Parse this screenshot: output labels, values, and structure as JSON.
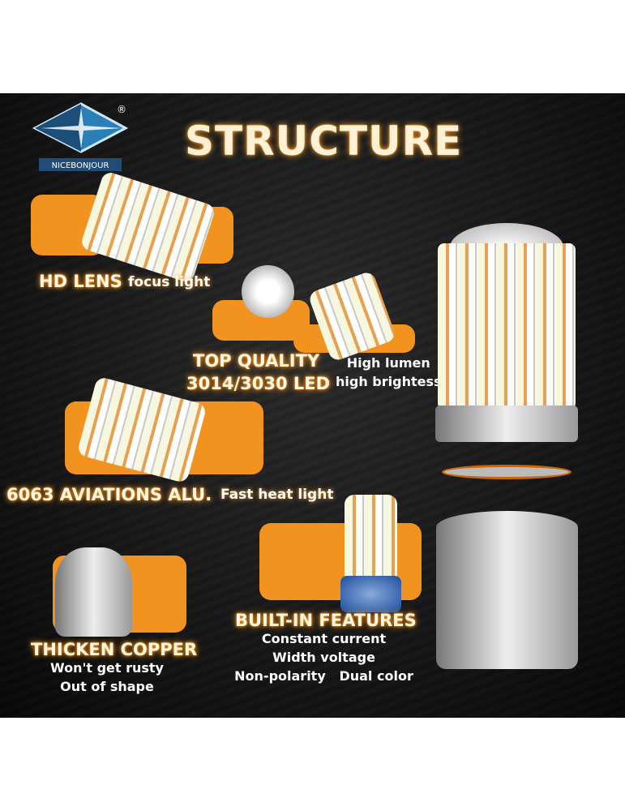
{
  "brand": {
    "name": "NICEBONJOUR",
    "registered": "®"
  },
  "title": "STRUCTURE",
  "features": [
    {
      "heading": "HD LENS",
      "detail": "focus light"
    },
    {
      "heading": "TOP QUALITY",
      "heading2": "3014/3030 LED",
      "detail": "High lumen",
      "detail2": "high brightess"
    },
    {
      "heading": "6063 AVIATIONS ALU.",
      "detail": "Fast heat light"
    },
    {
      "heading": "THICKEN COPPER",
      "detail": "Won't get rusty",
      "detail2": "Out of shape"
    },
    {
      "heading": "BUILT-IN FEATURES",
      "detail": "Constant current",
      "detail2": "Width voltage",
      "detail3": "Non-polarity   Dual color"
    }
  ],
  "colors": {
    "accent": "#f3931f",
    "background": "#141414"
  }
}
